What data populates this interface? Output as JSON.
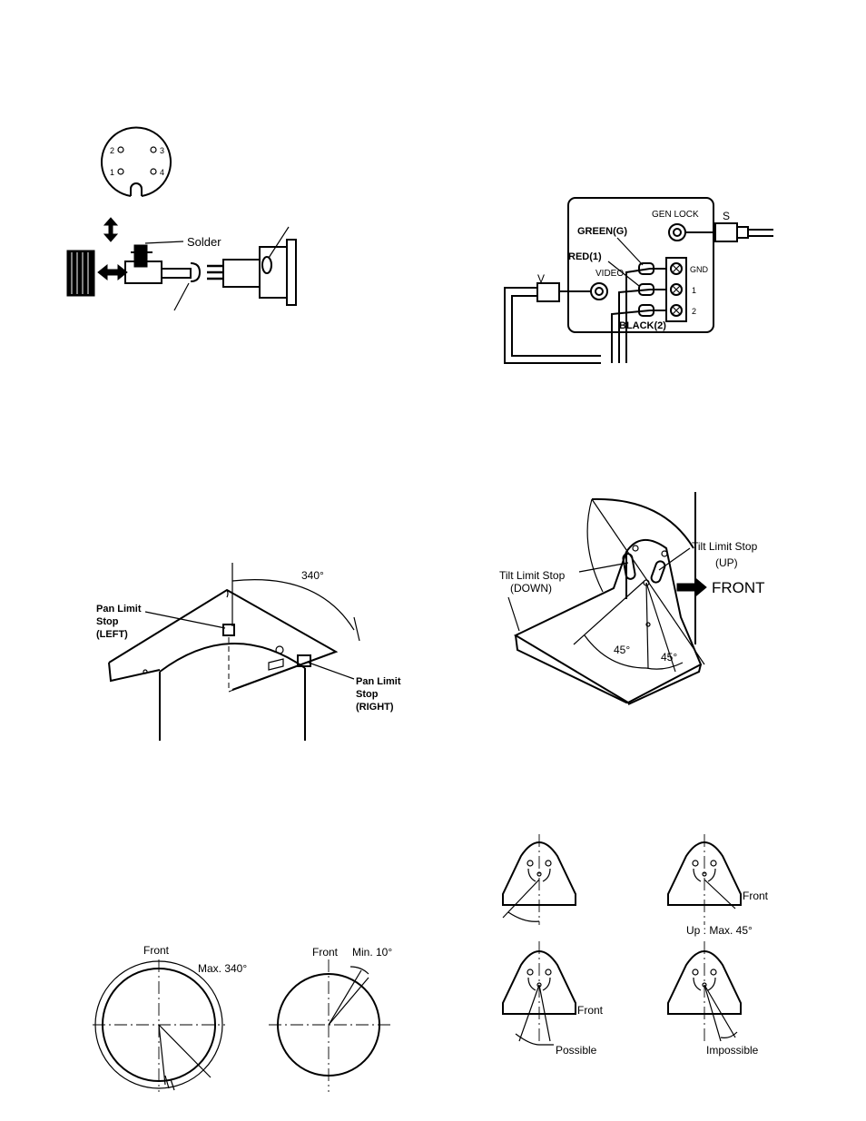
{
  "connector": {
    "pins": [
      "1",
      "2",
      "3",
      "4"
    ],
    "solder_label": "Solder"
  },
  "rear_panel": {
    "gen_lock": "GEN LOCK",
    "s": "S",
    "v": "V",
    "green": "GREEN(G)",
    "red": "RED(1)",
    "video": "VIDEO",
    "black": "BLACK(2)",
    "terminals": [
      "GND",
      "1",
      "2"
    ]
  },
  "tilt_figure": {
    "stop_up_line1": "Tilt Limit Stop",
    "stop_up_line2": "(UP)",
    "stop_down_line1": "Tilt Limit Stop",
    "stop_down_line2": "(DOWN)",
    "front": "FRONT",
    "angle_left": "45°",
    "angle_right": "45°"
  },
  "pan_figure": {
    "angle": "340°",
    "left_l1": "Pan Limit",
    "left_l2": "Stop",
    "left_l3": "(LEFT)",
    "right_l1": "Pan Limit",
    "right_l2": "Stop",
    "right_l3": "(RIGHT)"
  },
  "pan_circles": {
    "left_front": "Front",
    "left_max": "Max. 340°",
    "right_front": "Front",
    "right_min": "Min. 10°"
  },
  "tilt_plates": {
    "tr_front": "Front",
    "tr_caption": "Up : Max. 45°",
    "bl_front": "Front",
    "bl_caption": "Possible",
    "br_caption": "Impossible"
  }
}
